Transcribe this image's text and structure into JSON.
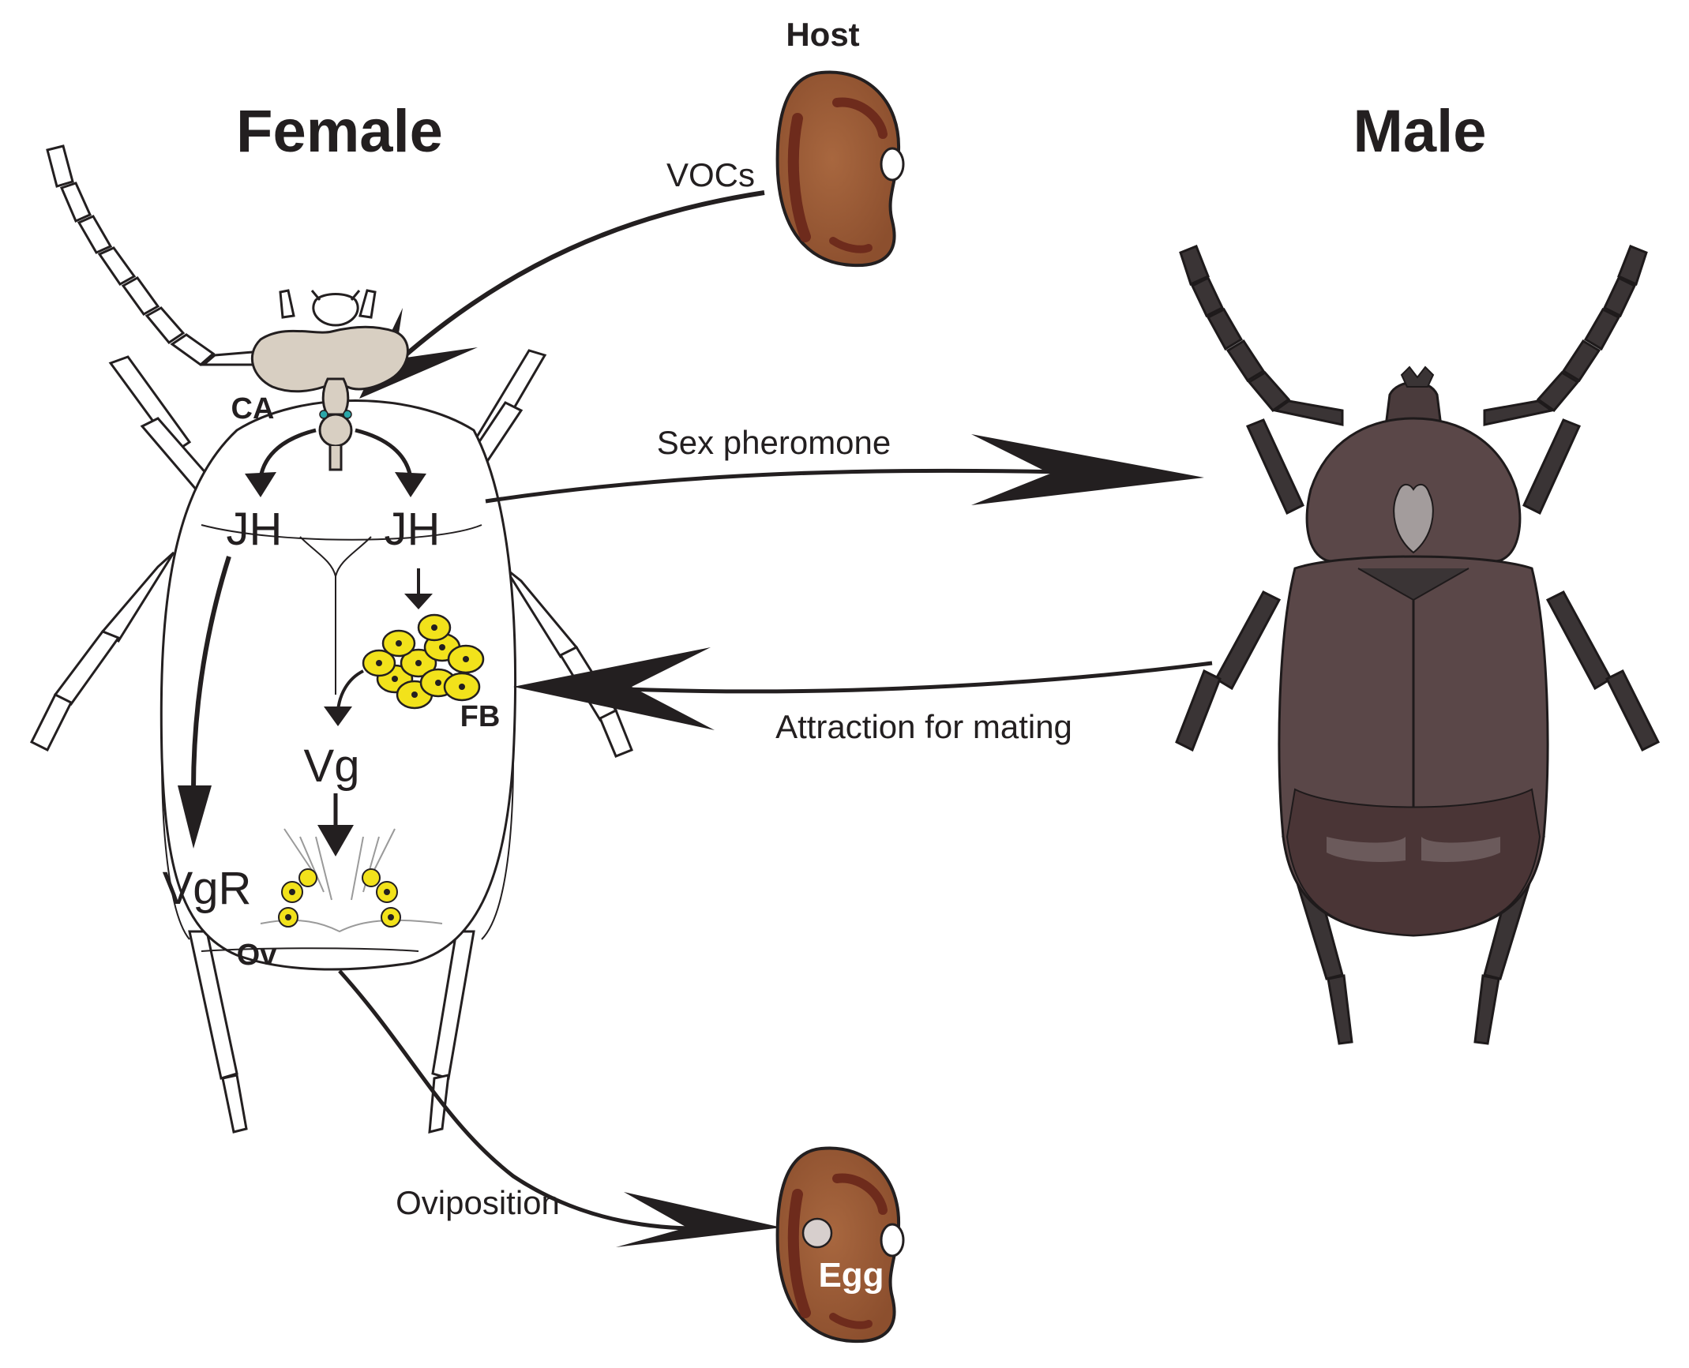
{
  "labels": {
    "female": "Female",
    "male": "Male",
    "host": "Host",
    "vocs": "VOCs",
    "ca": "CA",
    "jh_left": "JH",
    "jh_right": "JH",
    "fb": "FB",
    "vg": "Vg",
    "vgr": "VgR",
    "ov": "Ov",
    "sex_pheromone": "Sex pheromone",
    "attraction": "Attraction for mating",
    "oviposition": "Oviposition",
    "egg": "Egg"
  },
  "colors": {
    "ink": "#231f20",
    "seed": "#a1603a",
    "seed_dark": "#6e2b1c",
    "male_body": "#5a4748",
    "male_dark": "#3a3435",
    "head_tan": "#d8cfc2",
    "fat_yellow": "#f2e21b"
  }
}
